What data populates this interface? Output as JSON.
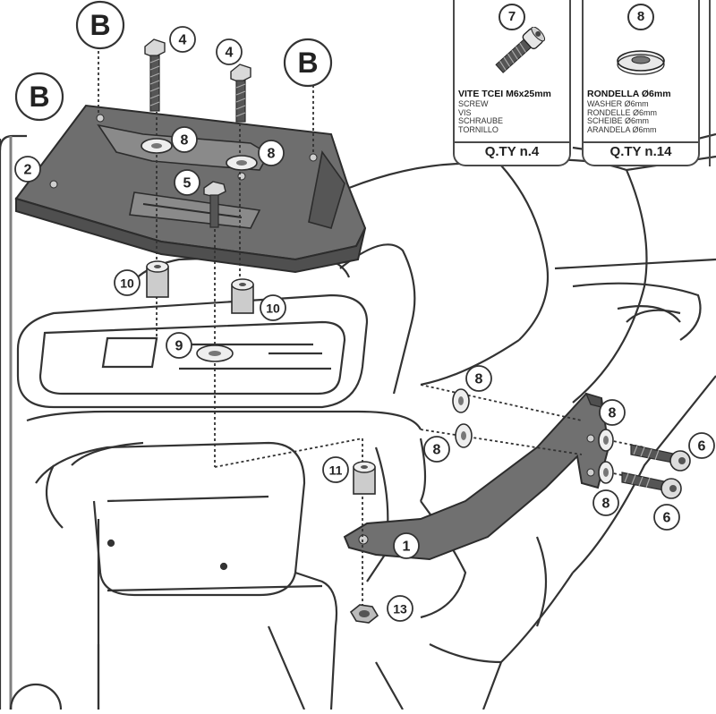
{
  "callouts": [
    {
      "id": "B1",
      "label": "B",
      "kind": "big"
    },
    {
      "id": "B2",
      "label": "B",
      "kind": "big"
    },
    {
      "id": "B3",
      "label": "B",
      "kind": "big"
    },
    {
      "id": "c4a",
      "label": "4",
      "kind": "small"
    },
    {
      "id": "c4b",
      "label": "4",
      "kind": "small"
    },
    {
      "id": "c2",
      "label": "2",
      "kind": "small"
    },
    {
      "id": "c8a",
      "label": "8",
      "kind": "small"
    },
    {
      "id": "c8b",
      "label": "8",
      "kind": "small"
    },
    {
      "id": "c5",
      "label": "5",
      "kind": "small"
    },
    {
      "id": "c10a",
      "label": "10",
      "kind": "small"
    },
    {
      "id": "c10b",
      "label": "10",
      "kind": "small"
    },
    {
      "id": "c9",
      "label": "9",
      "kind": "small"
    },
    {
      "id": "c8c",
      "label": "8",
      "kind": "small"
    },
    {
      "id": "c8d",
      "label": "8",
      "kind": "small"
    },
    {
      "id": "c8e",
      "label": "8",
      "kind": "small"
    },
    {
      "id": "c8f",
      "label": "8",
      "kind": "small"
    },
    {
      "id": "c6a",
      "label": "6",
      "kind": "small"
    },
    {
      "id": "c6b",
      "label": "6",
      "kind": "small"
    },
    {
      "id": "c11",
      "label": "11",
      "kind": "small"
    },
    {
      "id": "c1",
      "label": "1",
      "kind": "small"
    },
    {
      "id": "c13",
      "label": "13",
      "kind": "small"
    }
  ],
  "parts": [
    {
      "number": "7",
      "name": "VITE TCEI M6x25mm",
      "translations": [
        "SCREW",
        "VIS",
        "SCHRAUBE",
        "TORNILLO"
      ],
      "qty": "Q.TY n.4",
      "icon": "screw-icon"
    },
    {
      "number": "8",
      "name": "RONDELLA Ø6mm",
      "translations": [
        "WASHER Ø6mm",
        "RONDELLE Ø6mm",
        "SCHEIBE Ø6mm",
        "ARANDELA Ø6mm"
      ],
      "qty": "Q.TY n.14",
      "icon": "washer-icon"
    }
  ],
  "colors": {
    "line": "#333333",
    "plate": "#6e6e6e",
    "plateDark": "#4f4f4f",
    "bracket": "#707070",
    "frame": "#8a8a8a"
  }
}
